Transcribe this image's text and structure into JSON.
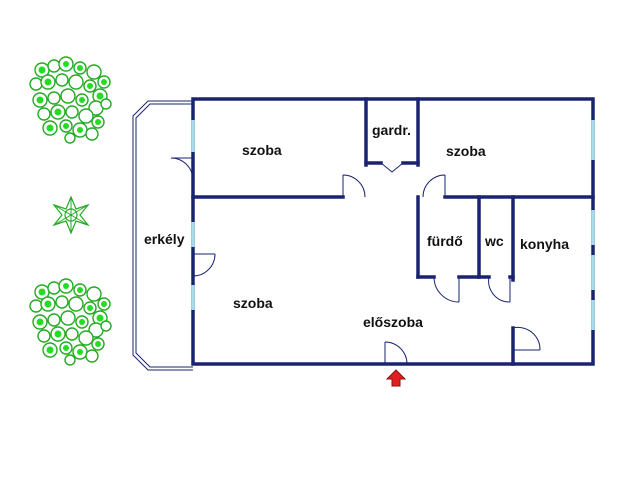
{
  "rooms": {
    "szoba_top_left": "szoba",
    "gardrobe": "gardr.",
    "szoba_top_right": "szoba",
    "balcony": "erkély",
    "bathroom": "fürdő",
    "wc": "wc",
    "kitchen": "konyha",
    "szoba_bottom_left": "szoba",
    "hallway": "előszoba"
  },
  "colors": {
    "wall": "#1a2370",
    "window": "#a8dcea",
    "tree": "#22cc22",
    "entrance_arrow": "#e02020"
  },
  "icons": {
    "entrance": "entrance-arrow-icon",
    "trees": "tree-icon"
  }
}
